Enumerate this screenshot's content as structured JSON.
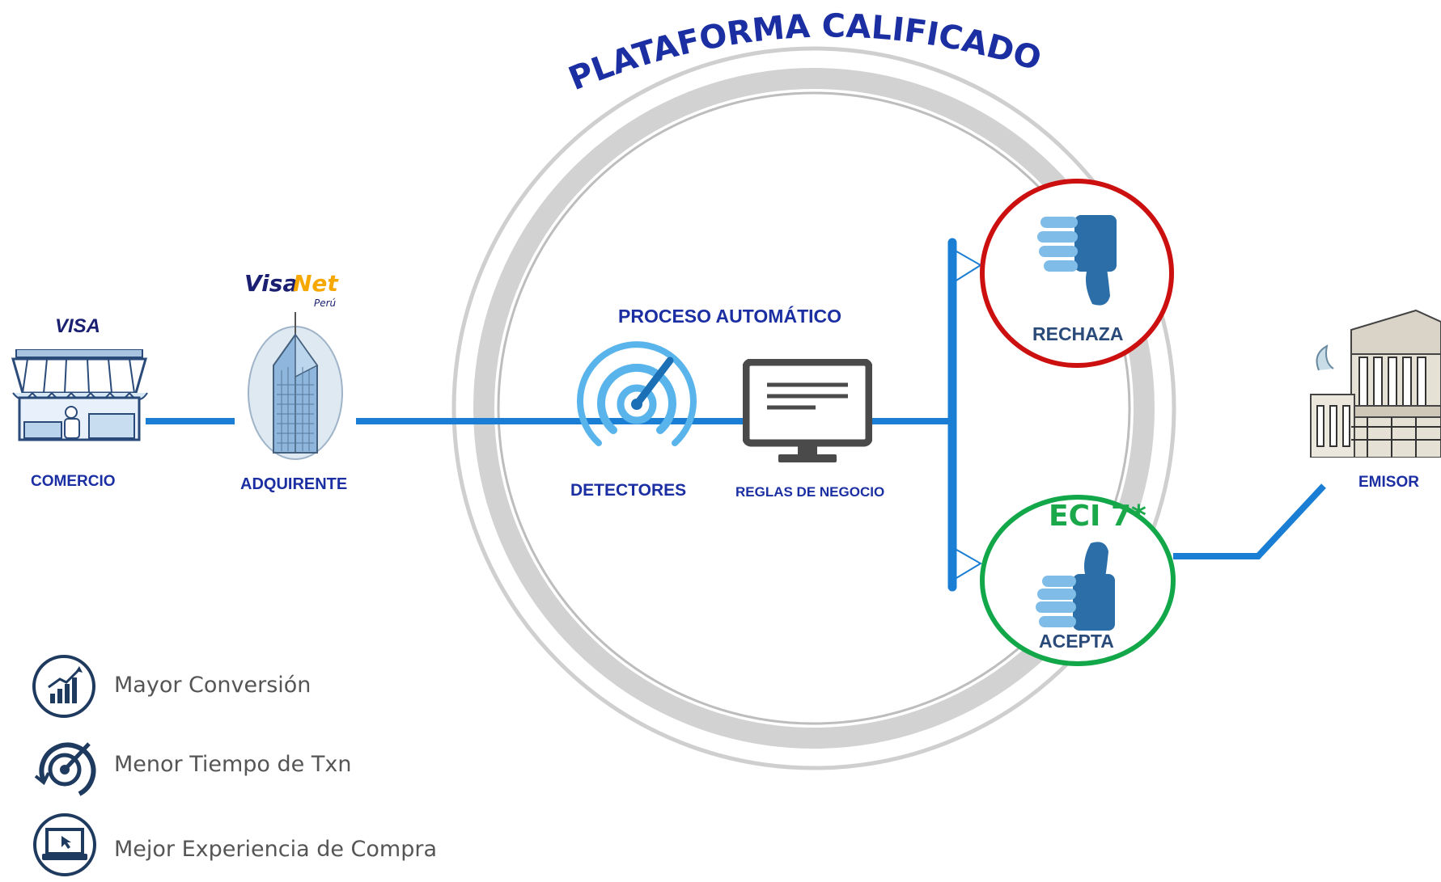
{
  "title": "PLATAFORMA   CALIFICADORA",
  "process_title": "PROCESO AUTOMÁTICO",
  "nodes": {
    "comercio": {
      "label": "COMERCIO",
      "logo": "VISA",
      "icon": "storefront-icon"
    },
    "adquirente": {
      "label": "ADQUIRENTE",
      "logo_visa": "Visa",
      "logo_net": "Net",
      "logo_sub": "Perú",
      "icon": "skyscraper-icon"
    },
    "detectores": {
      "label": "DETECTORES",
      "icon": "radar-icon"
    },
    "reglas": {
      "label": "REGLAS DE NEGOCIO",
      "icon": "monitor-icon"
    },
    "rechaza": {
      "label": "RECHAZA",
      "icon": "thumbs-down-icon"
    },
    "acepta": {
      "label": "ACEPTA",
      "badge": "ECI 7*",
      "icon": "thumbs-up-icon"
    },
    "emisor": {
      "label": "EMISOR",
      "icon": "bank-building-icon"
    }
  },
  "benefits": [
    {
      "text": "Mayor Conversión",
      "icon": "growth-chart-icon"
    },
    {
      "text": "Menor Tiempo de Txn",
      "icon": "speed-target-icon"
    },
    {
      "text": "Mejor Experiencia de Compra",
      "icon": "laptop-click-icon"
    }
  ],
  "colors": {
    "flow_line": "#1a7fd4",
    "label_blue": "#1b2fa3",
    "ring_gray": "#c8c8c8",
    "reject_red": "#cc1010",
    "accept_green": "#12a84a",
    "eci_green": "#1aa84a",
    "navy": "#2a4a7a"
  }
}
